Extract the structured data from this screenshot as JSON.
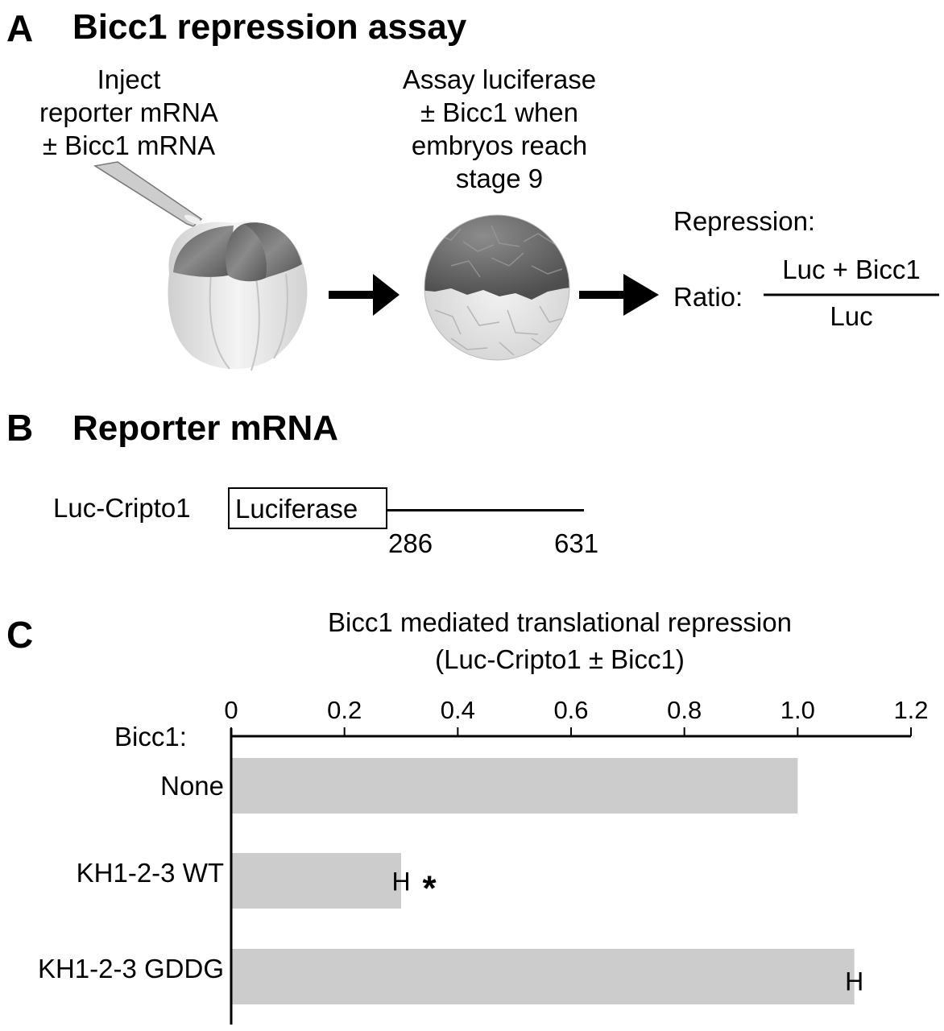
{
  "panel_a": {
    "letter": "A",
    "title": "Bicc1 repression assay",
    "step1_lines": [
      "Inject",
      "reporter mRNA",
      "± Bicc1 mRNA"
    ],
    "step2_lines": [
      "Assay luciferase",
      "± Bicc1 when",
      "embryos reach",
      "stage 9"
    ],
    "repression_label": "Repression:",
    "ratio_label": "Ratio:",
    "ratio_numerator": "Luc + Bicc1",
    "ratio_denominator": "Luc",
    "icons": [
      "injection-needle-icon",
      "four-cell-embryo-icon",
      "arrow-right-icon",
      "blastula-embryo-icon",
      "arrow-right-icon"
    ]
  },
  "panel_b": {
    "letter": "B",
    "title": "Reporter mRNA",
    "construct_name": "Luc-Cripto1",
    "box_label": "Luciferase",
    "start_position": "286",
    "end_position": "631"
  },
  "panel_c": {
    "letter": "C"
  },
  "chart_data": {
    "type": "bar",
    "orientation": "horizontal",
    "title": "Bicc1 mediated translational repression",
    "subtitle": "(Luc-Cripto1 ± Bicc1)",
    "ylabel": "Bicc1:",
    "xlabel": "",
    "categories": [
      "None",
      "KH1-2-3 WT",
      "KH1-2-3 GDDG"
    ],
    "values": [
      1.0,
      0.3,
      1.1
    ],
    "error": [
      0.0,
      0.02,
      0.02
    ],
    "annotations": [
      "",
      "*",
      ""
    ],
    "xlim": [
      0,
      1.2
    ],
    "xticks": [
      "0",
      "0.2",
      "0.4",
      "0.6",
      "0.8",
      "1.0",
      "1.2"
    ],
    "xtick_values": [
      0,
      0.2,
      0.4,
      0.6,
      0.8,
      1.0,
      1.2
    ],
    "axis_position": "top",
    "grid": false,
    "bar_color": "#cccccc"
  }
}
